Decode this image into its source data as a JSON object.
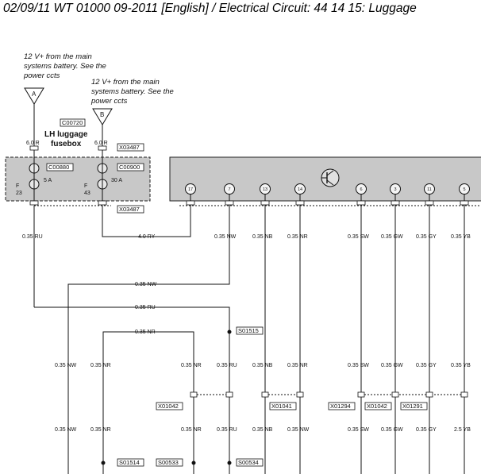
{
  "header": {
    "title": "02/09/11  WT 01000 09-2011 [English] / Electrical Circuit: 44 14 15: Luggage"
  },
  "supplies": [
    {
      "letter": "A",
      "note": [
        "12 V+ from the main",
        "systems battery. See the",
        "power ccts"
      ]
    },
    {
      "letter": "B",
      "note": [
        "12 V+ from the main",
        "systems battery. See the",
        "power ccts"
      ]
    }
  ],
  "fusebox": {
    "label": [
      "LH luggage",
      "fusebox"
    ],
    "component": "C00720",
    "connector_top": "X03487",
    "connector_bottom": "X03487",
    "fuses": [
      {
        "id": "C00880",
        "rating": "5 A",
        "f_label": "F",
        "number": "23",
        "wire_in": "6.0 R"
      },
      {
        "id": "C00900",
        "rating": "30 A",
        "f_label": "F",
        "number": "43",
        "wire_in": "6.0 R"
      }
    ]
  },
  "module": {
    "icon": "transistor-icon",
    "pins": [
      {
        "n": "17",
        "wire": "4.0 RY"
      },
      {
        "n": "7",
        "wire": "0.35 NW"
      },
      {
        "n": "13",
        "wire": "0.35 NB"
      },
      {
        "n": "14",
        "wire": "0.35 NR"
      },
      {
        "n": "6",
        "wire": "0.35 SW"
      },
      {
        "n": "3",
        "wire": "0.35 GW"
      },
      {
        "n": "11",
        "wire": "0.35 GY"
      },
      {
        "n": "5",
        "wire": "0.35 YB"
      }
    ]
  },
  "wires": {
    "fuse_out": "0.35 RU",
    "bus_nw": "0.35 NW",
    "bus_ru": "0.35 RU",
    "bus_nr": "0.35 NR",
    "row1": [
      "0.35 NW",
      "0.35 NR",
      "0.35 NR",
      "0.35 RU",
      "0.35 NB",
      "0.35 NR",
      "0.35 SW",
      "0.35 GW",
      "0.35 GY",
      "0.35 YB"
    ],
    "row2": [
      "0.35 NW",
      "0.35 NR",
      "0.35 NR",
      "0.35 RU",
      "0.35 NB",
      "0.35 NW",
      "0.35 SW",
      "0.35 GW",
      "0.35 GY",
      "2.5 YB"
    ]
  },
  "connectors": [
    "X01042",
    "X01041",
    "X01294",
    "X01042",
    "X01291"
  ],
  "splices": [
    "S01515",
    "S01514",
    "S00533",
    "S00534"
  ]
}
